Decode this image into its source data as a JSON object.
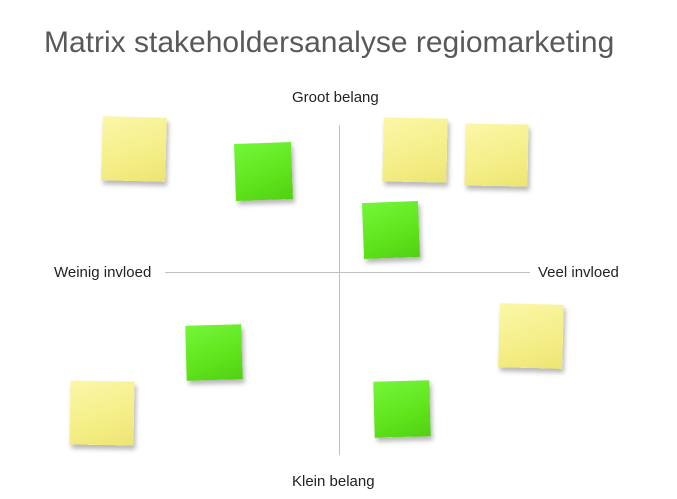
{
  "title": "Matrix stakeholdersanalyse regiomarketing",
  "axes": {
    "top": "Groot belang",
    "bottom": "Klein belang",
    "left": "Weinig invloed",
    "right": "Veel invloed"
  },
  "colors": {
    "yellow_note": "#f4ed84",
    "green_note": "#5fe41b",
    "title": "#595959",
    "axis_line": "#bfbfbf"
  },
  "notes": [
    {
      "color": "yellow"
    },
    {
      "color": "green"
    },
    {
      "color": "yellow"
    },
    {
      "color": "yellow"
    },
    {
      "color": "green"
    },
    {
      "color": "green"
    },
    {
      "color": "yellow"
    },
    {
      "color": "yellow"
    },
    {
      "color": "green"
    }
  ]
}
